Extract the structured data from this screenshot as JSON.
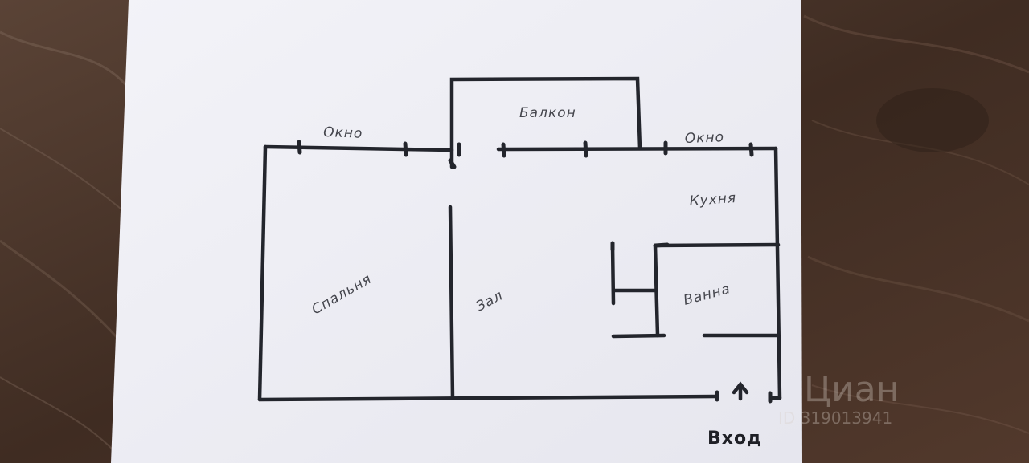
{
  "floor_plan": {
    "rooms": {
      "balcony": "Балкон",
      "bedroom": "Спальня",
      "living_room": "Зал",
      "kitchen": "Кухня",
      "bathroom": "Ванна"
    },
    "windows": {
      "left": "Окно",
      "right": "Окно"
    },
    "entrance": "Вход"
  },
  "watermark": {
    "brand": "Циан",
    "id": "ID 319013941"
  },
  "colors": {
    "paper": "#eeeef4",
    "ink": "#23252c",
    "pencil": "#45464d",
    "wood": "#4a3429"
  }
}
